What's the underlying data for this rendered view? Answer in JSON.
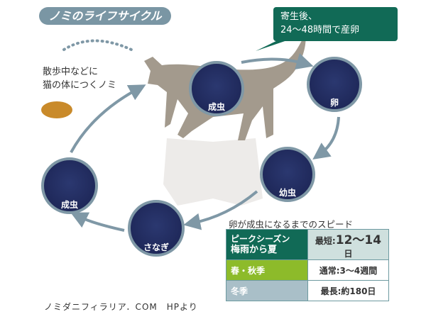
{
  "title": "ノミのライフサイクル",
  "bubble": {
    "line1": "寄生後、",
    "line2": "24〜48時間で産卵"
  },
  "note": {
    "line1": "散歩中などに",
    "line2": "猫の体につくノミ"
  },
  "stages": {
    "adult_on_cat": "成虫",
    "egg": "卵",
    "larva": "幼虫",
    "pupa": "さなぎ",
    "adult": "成虫"
  },
  "table": {
    "title": "卵が成虫になるまでのスピード",
    "rows": [
      {
        "season_line1": "ピークシーズン",
        "season_line2": "梅雨から夏",
        "prefix": "最短:",
        "value": "12〜14",
        "unit": "日",
        "color": "#116a56"
      },
      {
        "season_line1": "春・秋季",
        "prefix": "通常:",
        "value": "3〜4週間",
        "color": "#8dbb2a"
      },
      {
        "season_line1": "冬季",
        "prefix": "最長:",
        "value": "約180日",
        "color": "#a9bfc8"
      }
    ]
  },
  "footer": "ノミダニフィラリア．COM　HPより"
}
